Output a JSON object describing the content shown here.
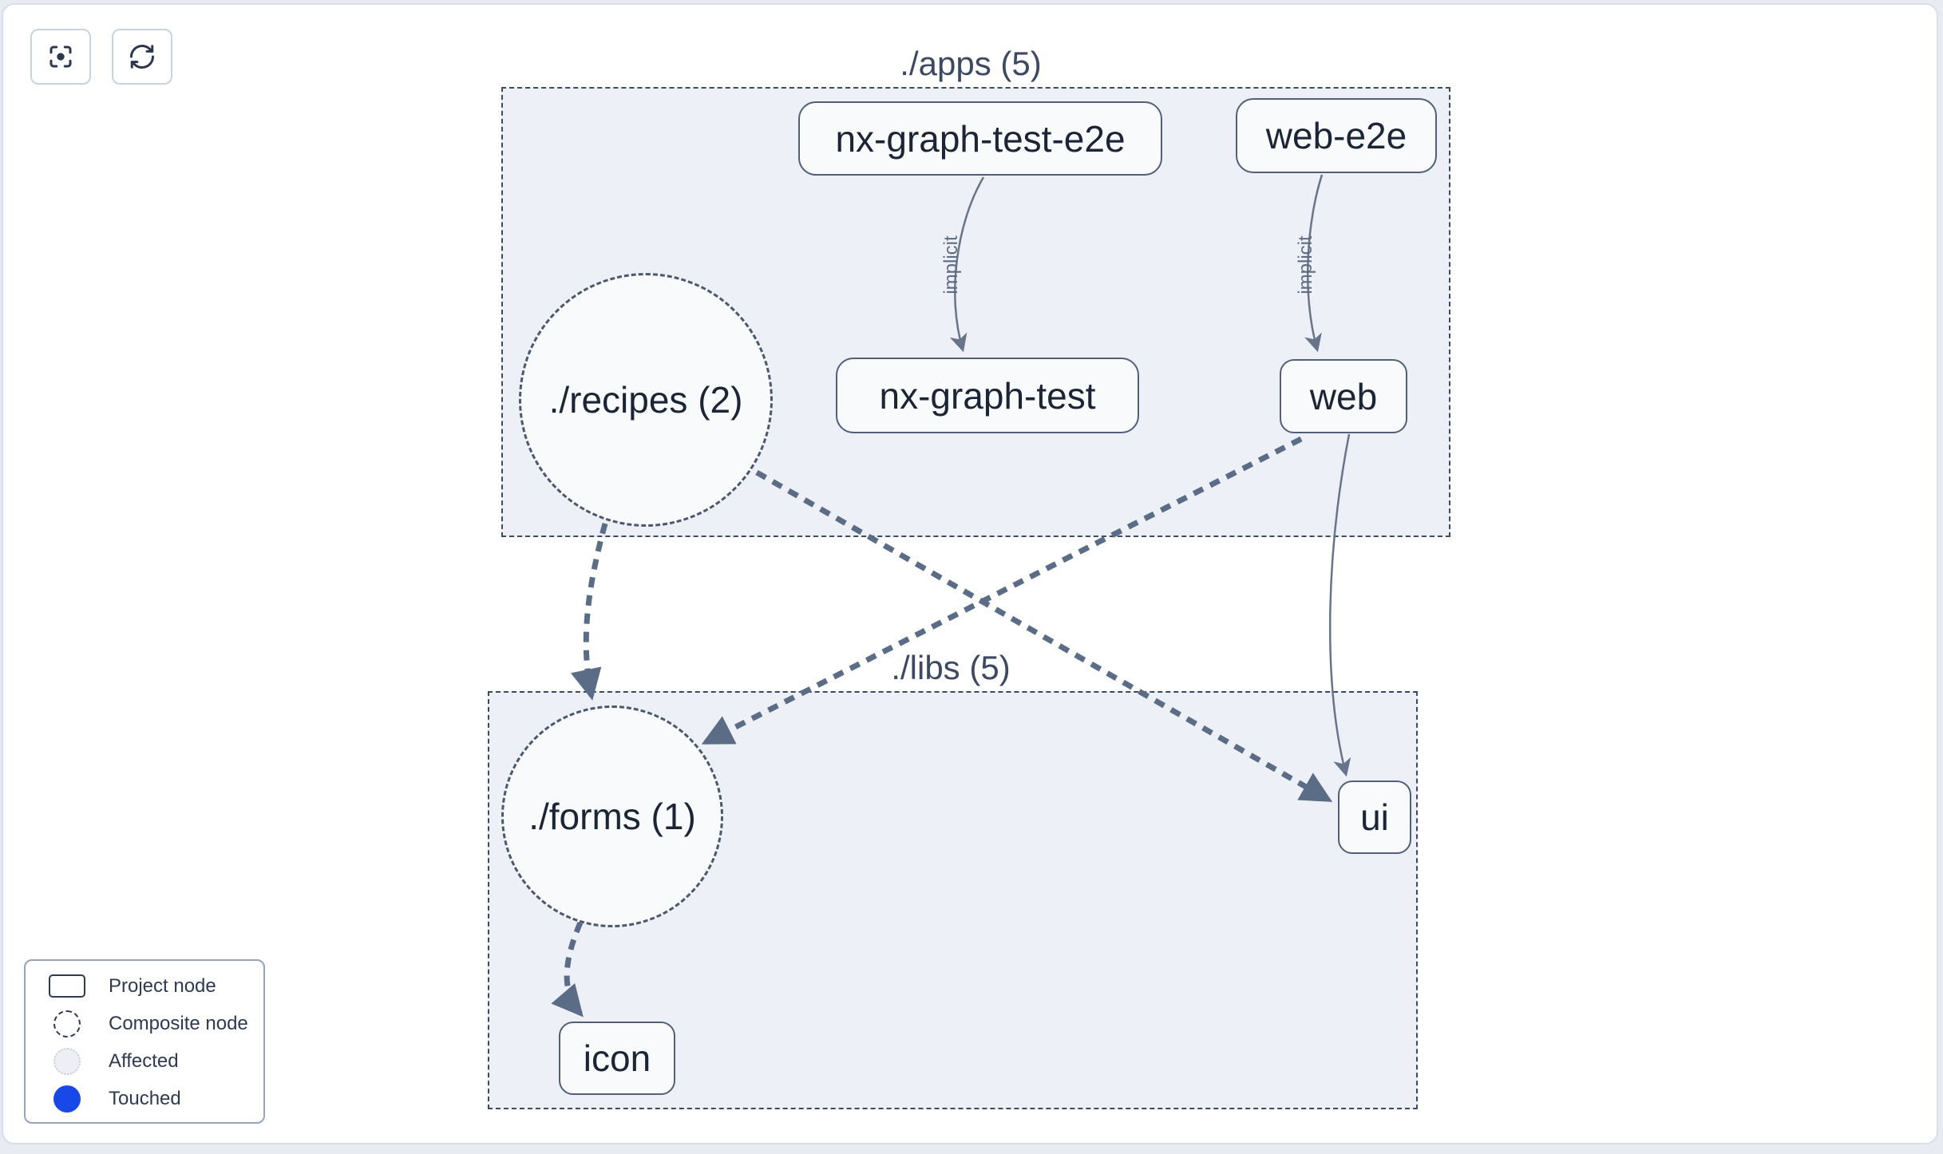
{
  "app": "nx-dependency-graph",
  "toolbar": {
    "buttons": [
      {
        "name": "focus",
        "icon": "focus-icon"
      },
      {
        "name": "refresh",
        "icon": "refresh-icon"
      }
    ]
  },
  "clusters": [
    {
      "id": "apps",
      "title": "./apps (5)"
    },
    {
      "id": "libs",
      "title": "./libs (5)"
    }
  ],
  "nodes": [
    {
      "id": "nx-graph-test-e2e",
      "label": "nx-graph-test-e2e",
      "type": "project",
      "cluster": "apps"
    },
    {
      "id": "web-e2e",
      "label": "web-e2e",
      "type": "project",
      "cluster": "apps"
    },
    {
      "id": "recipes",
      "label": "./recipes (2)",
      "type": "composite",
      "cluster": "apps"
    },
    {
      "id": "nx-graph-test",
      "label": "nx-graph-test",
      "type": "project",
      "cluster": "apps"
    },
    {
      "id": "web",
      "label": "web",
      "type": "project",
      "cluster": "apps"
    },
    {
      "id": "forms",
      "label": "./forms (1)",
      "type": "composite",
      "cluster": "libs"
    },
    {
      "id": "ui",
      "label": "ui",
      "type": "project",
      "cluster": "libs"
    },
    {
      "id": "icon",
      "label": "icon",
      "type": "project",
      "cluster": "libs"
    }
  ],
  "edges": [
    {
      "from": "nx-graph-test-e2e",
      "to": "nx-graph-test",
      "label": "implicit",
      "style": "solid-thin"
    },
    {
      "from": "web-e2e",
      "to": "web",
      "label": "implicit",
      "style": "solid-thin"
    },
    {
      "from": "web",
      "to": "ui",
      "label": "",
      "style": "solid-thin"
    },
    {
      "from": "recipes",
      "to": "forms",
      "label": "",
      "style": "dashed-thick"
    },
    {
      "from": "recipes",
      "to": "ui",
      "label": "",
      "style": "dashed-thick"
    },
    {
      "from": "web",
      "to": "forms",
      "label": "",
      "style": "dashed-thick"
    },
    {
      "from": "forms",
      "to": "icon",
      "label": "",
      "style": "dashed-thick"
    }
  ],
  "legend": {
    "items": [
      {
        "swatch": "project-node-swatch",
        "label": "Project node"
      },
      {
        "swatch": "composite-node-swatch",
        "label": "Composite node"
      },
      {
        "swatch": "affected-swatch",
        "label": "Affected"
      },
      {
        "swatch": "touched-swatch",
        "label": "Touched"
      }
    ]
  },
  "colors": {
    "page_bg": "#e8ebf1",
    "card_bg": "#ffffff",
    "card_border": "#d8dfeb",
    "cluster_bg": "#edf1f7",
    "cluster_border": "#3e4a61",
    "node_bg": "#f9fafc",
    "node_border": "#515f7a",
    "node_text": "#1b2535",
    "cluster_title_text": "#3d4962",
    "edge_thin": "#68748a",
    "edge_thick": "#5b6c86",
    "edge_label_text": "#5f6c84",
    "legend_border": "#97a3b6",
    "legend_text": "#2d3a52",
    "affected_fill": "#edeff5",
    "touched_blue": "#1848e8"
  }
}
